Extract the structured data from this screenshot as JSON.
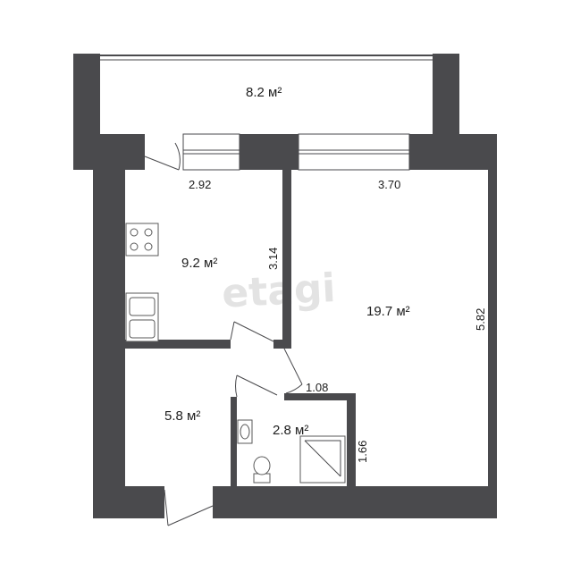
{
  "watermark": "etagi",
  "rooms": [
    {
      "id": "balcony",
      "area": "8.2 м²"
    },
    {
      "id": "kitchen",
      "area": "9.2 м²"
    },
    {
      "id": "living-room",
      "area": "19.7 м²"
    },
    {
      "id": "hallway",
      "area": "5.8 м²"
    },
    {
      "id": "bathroom",
      "area": "2.8 м²"
    }
  ],
  "dimensions": {
    "kitchen_width": "2.92",
    "kitchen_depth": "3.14",
    "living_width": "3.70",
    "living_depth": "5.82",
    "bathroom_width": "1.08",
    "bathroom_depth": "1.66"
  },
  "colors": {
    "wall": "#4a4a4d",
    "watermark": "#e3e3e3"
  }
}
